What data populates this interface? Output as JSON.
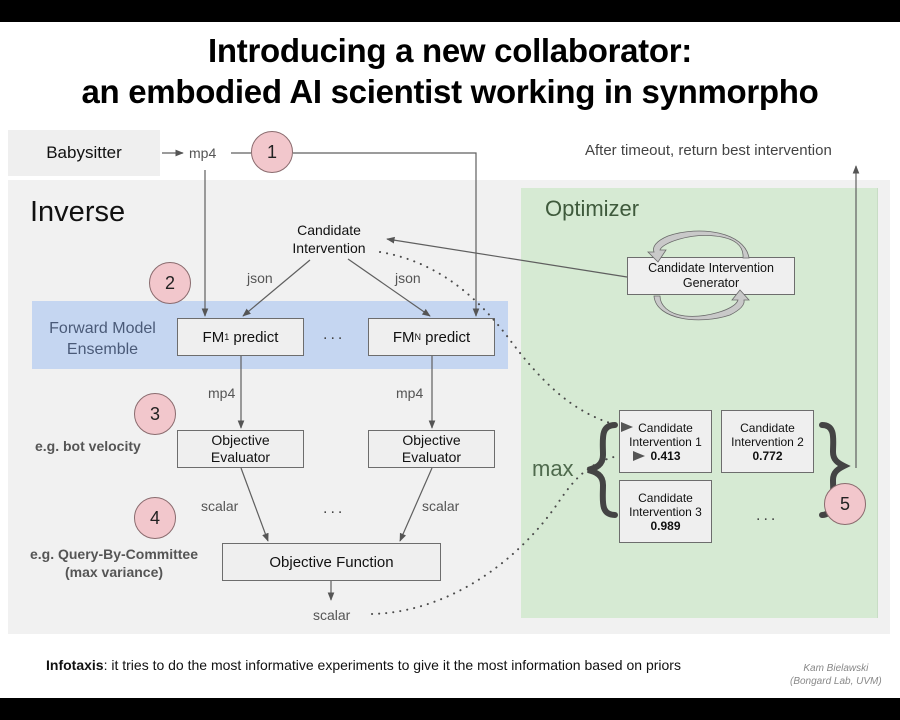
{
  "slide": {
    "title_line1": "Introducing a new collaborator:",
    "title_line2": "an embodied AI scientist working in synmorpho"
  },
  "babysitter": {
    "label": "Babysitter",
    "output_label": "mp4"
  },
  "inverse": {
    "heading": "Inverse",
    "candidate_intervention": "Candidate Intervention",
    "json_left": "json",
    "json_right": "json",
    "ensemble_label": "Forward Model Ensemble",
    "fm1": {
      "base": "FM",
      "sub": "1",
      "suffix": " predict"
    },
    "fmN": {
      "base": "FM",
      "sub": "N",
      "suffix": " predict"
    },
    "ellipsis": "...",
    "mp4_left": "mp4",
    "mp4_right": "mp4",
    "evaluator_left": "Objective Evaluator",
    "evaluator_right": "Objective Evaluator",
    "scalar_left": "scalar",
    "scalar_right": "scalar",
    "objective_function": "Objective Function",
    "scalar_out": "scalar",
    "example_velocity": "e.g. bot velocity",
    "example_qbc_line1": "e.g. Query-By-Committee",
    "example_qbc_line2": "(max variance)"
  },
  "optimizer": {
    "heading": "Optimizer",
    "generator": "Candidate Intervention Generator",
    "max_label": "max",
    "candidates": [
      {
        "line1": "Candidate",
        "line2": "Intervention 1",
        "score": "0.413"
      },
      {
        "line1": "Candidate",
        "line2": "Intervention 2",
        "score": "0.772"
      },
      {
        "line1": "Candidate",
        "line2": "Intervention 3",
        "score": "0.989"
      }
    ],
    "more": "...",
    "return_label": "After timeout, return best intervention"
  },
  "steps": [
    "1",
    "2",
    "3",
    "4",
    "5"
  ],
  "footer": {
    "term": "Infotaxis",
    "text": ": it tries to do the most informative experiments to give it the most information based on priors",
    "credit_line1": "Kam Bielawski",
    "credit_line2": "(Bongard Lab, UVM)"
  },
  "colors": {
    "step_circle": "#f2c7cc",
    "optimizer_bg": "#d6ead3",
    "ensemble_bg": "#c5d6f1",
    "panel_bg": "#f1f1f1"
  }
}
